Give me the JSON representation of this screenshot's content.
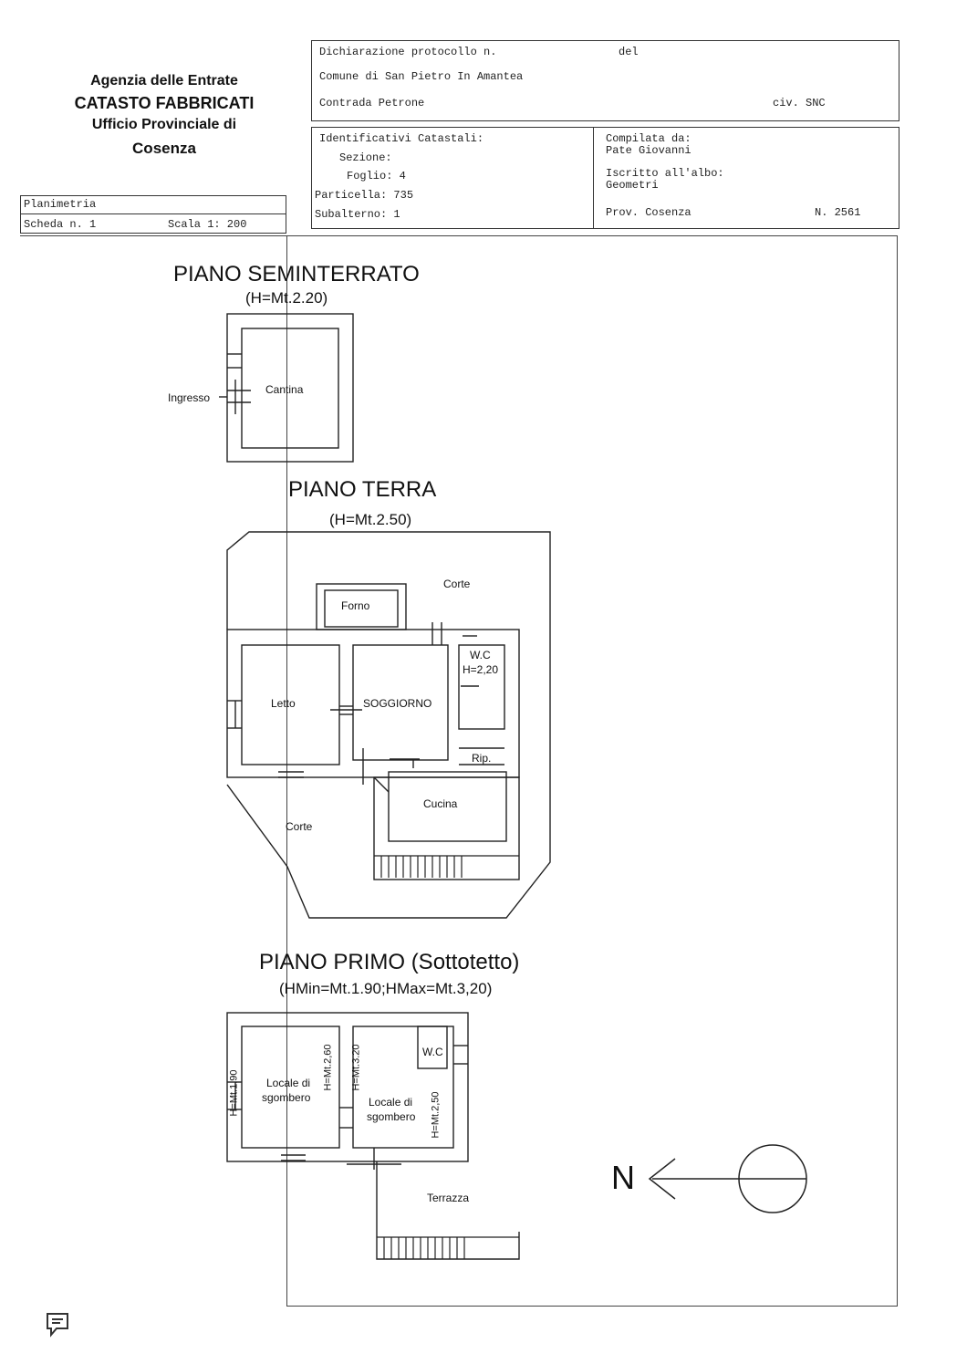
{
  "header": {
    "agency_line1": "Agenzia delle Entrate",
    "agency_line2": "CATASTO FABBRICATI",
    "agency_line3": "Ufficio Provinciale di",
    "agency_line4": "Cosenza",
    "declaration_label": "Dichiarazione protocollo n.",
    "del_label": "del",
    "comune": "Comune di San Pietro In Amantea",
    "address": "Contrada Petrone",
    "civ": "civ. SNC",
    "ident_title": "Identificativi Catastali:",
    "sezione": "Sezione:",
    "foglio": "Foglio: 4",
    "particella": "Particella: 735",
    "subalterno": "Subalterno: 1",
    "compilata_label": "Compilata da:",
    "compilata_name": "Pate Giovanni",
    "iscritto_label": "Iscritto all'albo:",
    "iscritto_value": "Geometri",
    "prov": "Prov. Cosenza",
    "numero": "N. 2561",
    "planimetria": "Planimetria",
    "scheda": "Scheda n. 1",
    "scala": "Scala 1: 200"
  },
  "floors": {
    "seminterrato": {
      "title": "PIANO SEMINTERRATO",
      "height": "(H=Mt.2.20)",
      "rooms": {
        "cantina": "Cantina",
        "ingresso": "Ingresso"
      }
    },
    "terra": {
      "title": "PIANO TERRA",
      "height": "(H=Mt.2.50)",
      "rooms": {
        "corte_top": "Corte",
        "forno": "Forno",
        "wc": "W.C",
        "wc_h": "H=2,20",
        "letto": "Letto",
        "soggiorno": "SOGGIORNO",
        "rip": "Rip.",
        "cucina": "Cucina",
        "corte_bottom": "Corte"
      }
    },
    "primo": {
      "title": "PIANO PRIMO (Sottotetto)",
      "height": "(HMin=Mt.1.90;HMax=Mt.3,20)",
      "rooms": {
        "locale1_a": "Locale di",
        "locale1_b": "sgombero",
        "locale2_a": "Locale di",
        "locale2_b": "sgombero",
        "wc": "W.C",
        "terrazza": "Terrazza",
        "h190": "H=Mt.1.90",
        "h260": "H=Mt.2,60",
        "h320": "H=Mt.3.20",
        "h250": "H=Mt.2,50"
      }
    }
  },
  "compass": {
    "letter": "N"
  }
}
